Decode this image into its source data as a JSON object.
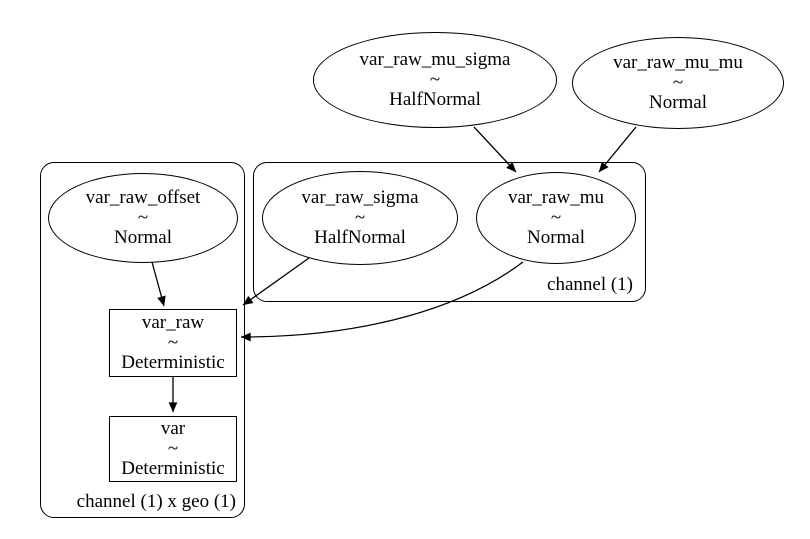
{
  "diagram_title": "",
  "nodes": {
    "var_raw_mu_sigma": {
      "label": "var_raw_mu_sigma",
      "relation": "~",
      "distribution": "HalfNormal",
      "shape": "ellipse"
    },
    "var_raw_mu_mu": {
      "label": "var_raw_mu_mu",
      "relation": "~",
      "distribution": "Normal",
      "shape": "ellipse"
    },
    "var_raw_sigma": {
      "label": "var_raw_sigma",
      "relation": "~",
      "distribution": "HalfNormal",
      "shape": "ellipse"
    },
    "var_raw_mu": {
      "label": "var_raw_mu",
      "relation": "~",
      "distribution": "Normal",
      "shape": "ellipse"
    },
    "var_raw_offset": {
      "label": "var_raw_offset",
      "relation": "~",
      "distribution": "Normal",
      "shape": "ellipse"
    },
    "var_raw": {
      "label": "var_raw",
      "relation": "~",
      "distribution": "Deterministic",
      "shape": "rect"
    },
    "var": {
      "label": "var",
      "relation": "~",
      "distribution": "Deterministic",
      "shape": "rect"
    }
  },
  "plates": {
    "channel": {
      "label": "channel (1)"
    },
    "channel_geo": {
      "label": "channel (1) x geo (1)"
    }
  },
  "edges": [
    {
      "from": "var_raw_mu_sigma",
      "to": "var_raw_mu"
    },
    {
      "from": "var_raw_mu_mu",
      "to": "var_raw_mu"
    },
    {
      "from": "var_raw_offset",
      "to": "var_raw"
    },
    {
      "from": "var_raw_sigma",
      "to": "var_raw"
    },
    {
      "from": "var_raw_mu",
      "to": "var_raw"
    },
    {
      "from": "var_raw",
      "to": "var"
    }
  ],
  "colors": {
    "stroke": "#000000",
    "text": "#000000",
    "background": "#ffffff"
  }
}
